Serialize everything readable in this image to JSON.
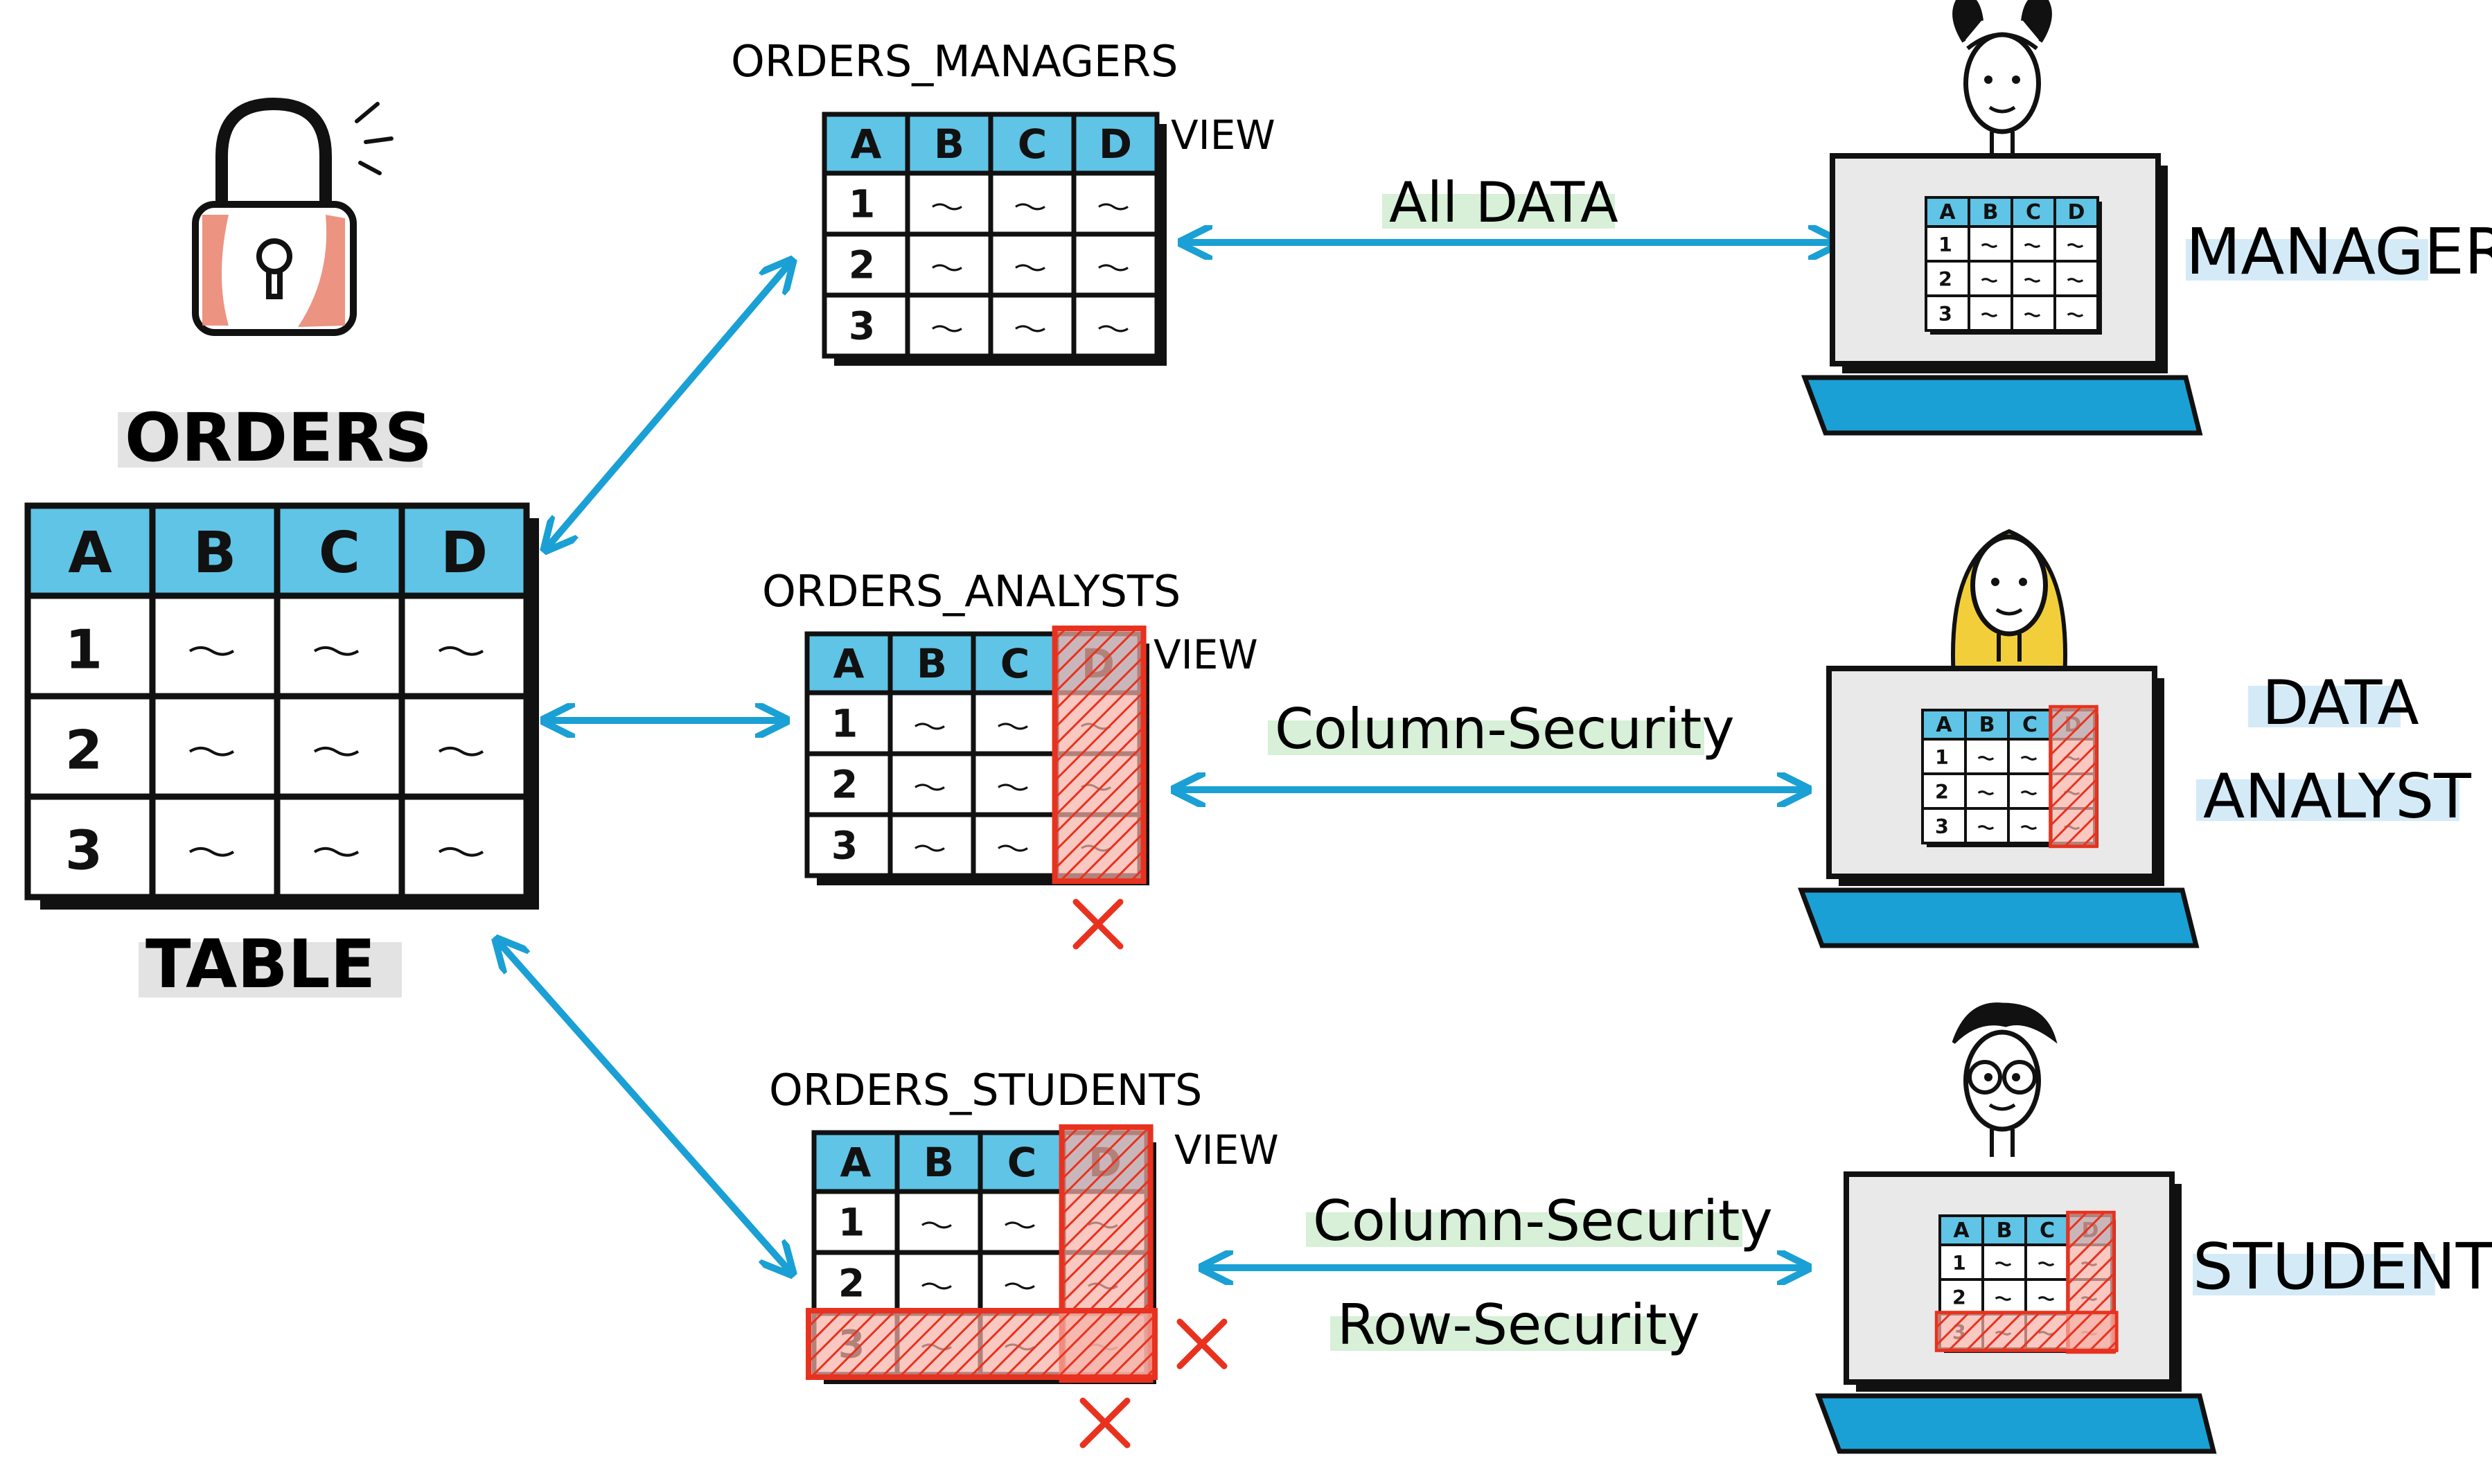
{
  "colors": {
    "header": "#5fc4e6",
    "arrow": "#1aa0d4",
    "restrict": "#e8321f",
    "lock": "#e9806c",
    "ink": "#111111",
    "highlight": "#dcdcdc",
    "green": "#cdeccd",
    "blue_hl": "#cfe9f6",
    "hair": "#f2cf3a",
    "laptop_base": "#1aa0d4"
  },
  "source": {
    "title": "ORDERS",
    "caption": "TABLE",
    "columns": [
      "A",
      "B",
      "C",
      "D"
    ],
    "rows": [
      "1",
      "2",
      "3"
    ],
    "icon": "padlock-icon"
  },
  "views": [
    {
      "id": "managers",
      "name": "ORDERS_MANAGERS",
      "tag": "VIEW",
      "columns": [
        "A",
        "B",
        "C",
        "D"
      ],
      "rows": [
        "1",
        "2",
        "3"
      ],
      "label_top": "All DATA",
      "label_bottom": "",
      "role": "MANAGER",
      "restricted_column": false,
      "restricted_row": false
    },
    {
      "id": "analysts",
      "name": "ORDERS_ANALYSTS",
      "tag": "VIEW",
      "columns": [
        "A",
        "B",
        "C",
        "D"
      ],
      "rows": [
        "1",
        "2",
        "3"
      ],
      "label_top": "Column-Security",
      "label_bottom": "",
      "role_line1": "DATA",
      "role_line2": "ANALYST",
      "restricted_column": true,
      "restricted_row": false
    },
    {
      "id": "students",
      "name": "ORDERS_STUDENTS",
      "tag": "VIEW",
      "columns": [
        "A",
        "B",
        "C",
        "D"
      ],
      "rows": [
        "1",
        "2",
        "3"
      ],
      "label_top": "Column-Security",
      "label_bottom": "Row-Security",
      "role": "STUDENT",
      "restricted_column": true,
      "restricted_row": true
    }
  ]
}
